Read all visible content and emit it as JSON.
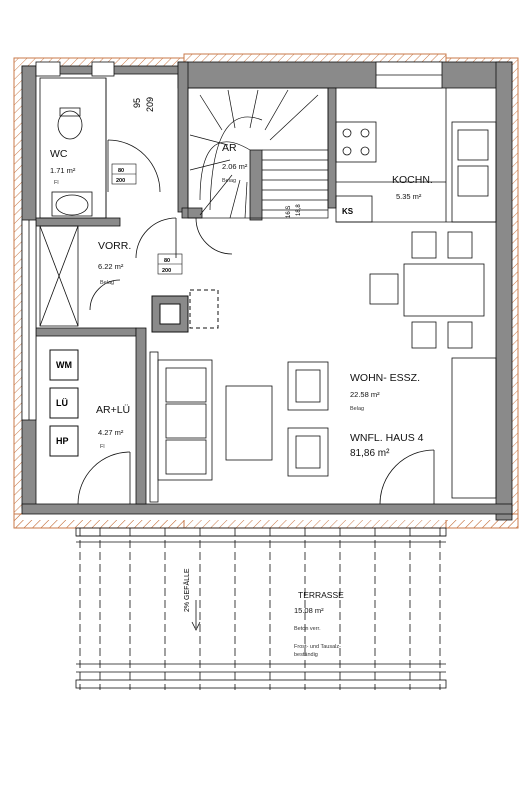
{
  "rooms": {
    "wc": {
      "name": "WC",
      "area": "1.71 m²",
      "floor": "Fl"
    },
    "ar_stair": {
      "name": "AR",
      "area": "2.06 m²",
      "floor": "Belag"
    },
    "kochn": {
      "name": "KOCHN.",
      "area": "5.35 m²"
    },
    "vorr": {
      "name": "VORR.",
      "area": "6.22 m²",
      "floor": "Belag"
    },
    "arlu": {
      "name": "AR+LÜ",
      "area": "4.27 m²",
      "floor": "Fl"
    },
    "wohn": {
      "name": "WOHN- ESSZ.",
      "area": "22.58 m²",
      "floor": "Belag"
    },
    "terrasse": {
      "name": "TERRASSE",
      "area": "15.08 m²",
      "floor1": "Beton verr.",
      "floor2": "Frost- und Tausalz-",
      "floor3": "beständig"
    }
  },
  "summary": {
    "label": "WNFL. HAUS 4",
    "value": "81,86 m²"
  },
  "appliances": {
    "wm": "WM",
    "lu": "LÜ",
    "hp": "HP",
    "ks": "KS"
  },
  "dimensions": {
    "d95": "95",
    "d209": "209",
    "door1_top": "80",
    "door1_bot": "200",
    "door2_top": "80",
    "door2_bot": "200",
    "stair1": "16 S",
    "stair2": "18,8"
  },
  "slope": "2% GEFÄLLE",
  "colors": {
    "wall": "#8a8a8a",
    "outer": "#c97a4a",
    "line": "#111111"
  }
}
